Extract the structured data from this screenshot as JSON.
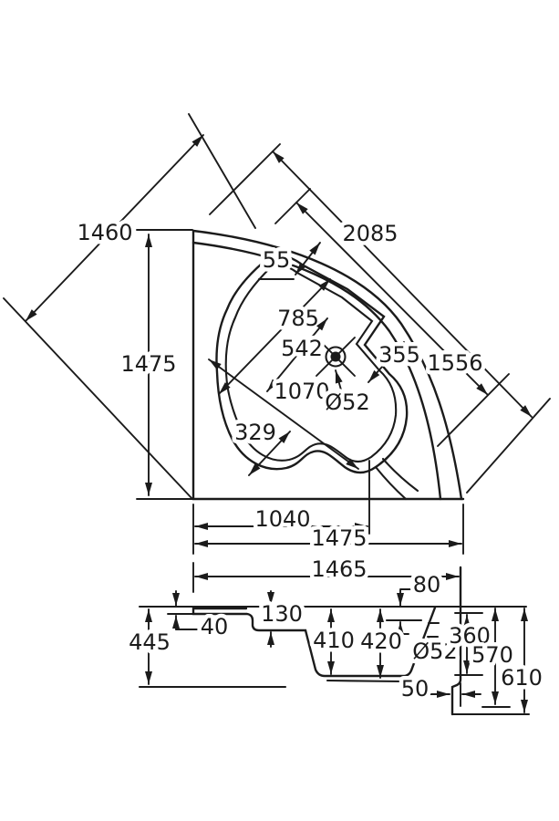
{
  "drawing": {
    "kind": "bathtub-technical-drawing",
    "ink_color": "#1b1b1b",
    "background_color": "#ffffff"
  },
  "plan": {
    "d1460": "1460",
    "d1475_side": "1475",
    "d2085": "2085",
    "d1556": "1556",
    "d55": "55",
    "d785": "785",
    "d542": "542",
    "d355": "355",
    "d1070": "1070",
    "d329": "329",
    "d_drain": "Ø52",
    "d1040": "1040",
    "d1475_bottom": "1475"
  },
  "section": {
    "d1465": "1465",
    "d40": "40",
    "d445": "445",
    "d130": "130",
    "d80": "80",
    "d410": "410",
    "d420": "420",
    "d_overflow": "Ø52",
    "d360": "360",
    "d570": "570",
    "d610": "610",
    "d50": "50"
  }
}
